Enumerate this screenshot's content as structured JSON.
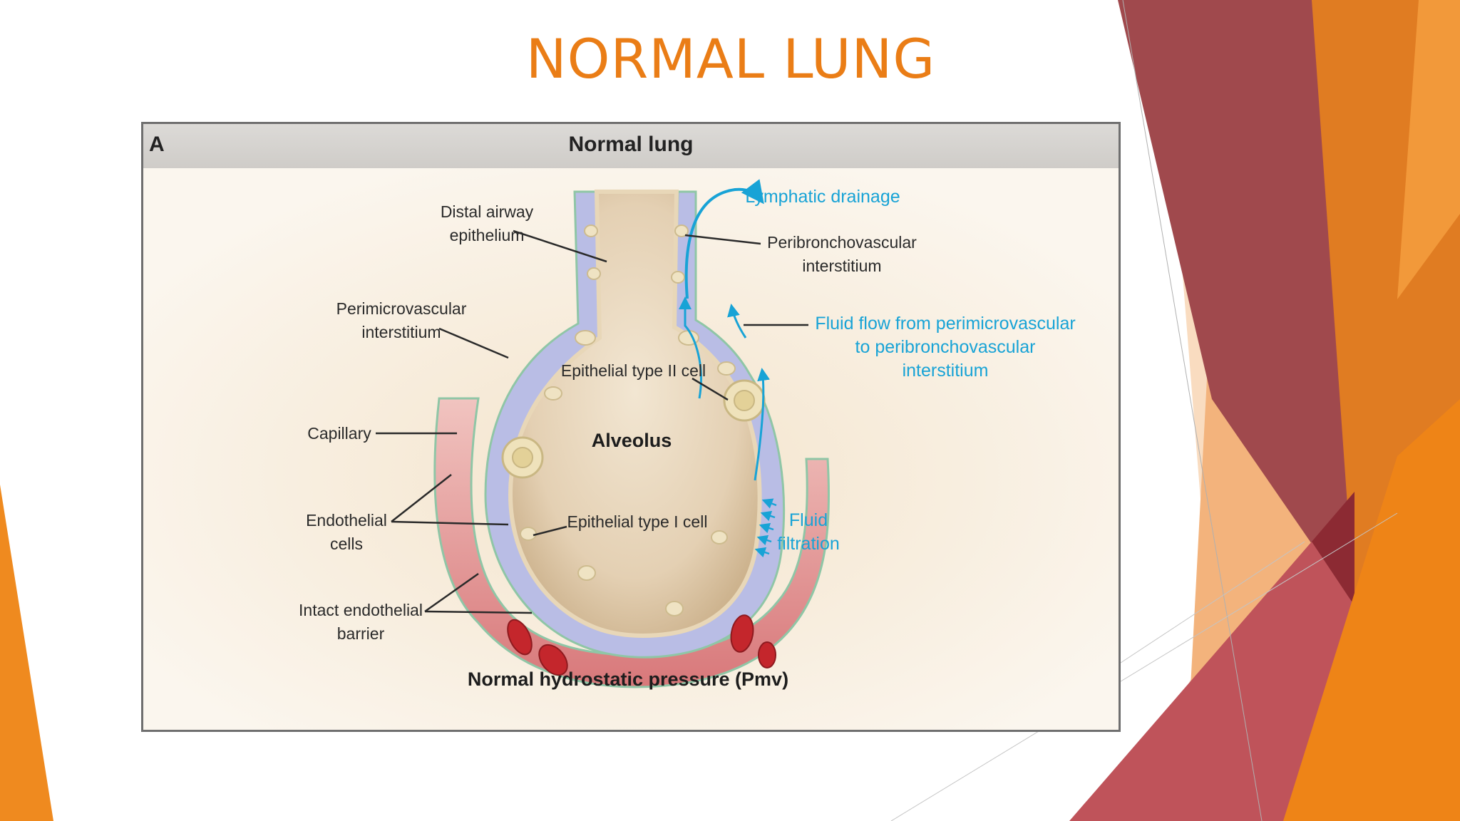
{
  "slide": {
    "title": "NORMAL LUNG"
  },
  "figure": {
    "panel_letter": "A",
    "panel_title": "Normal lung",
    "labels": {
      "distal_airway": "Distal airway\nepithelium",
      "perimicrovascular": "Perimicrovascular\ninterstitium",
      "capillary": "Capillary",
      "endothelial_cells": "Endothelial\ncells",
      "intact_barrier": "Intact endothelial\nbarrier",
      "epithelial_type2": "Epithelial type II cell",
      "alveolus": "Alveolus",
      "epithelial_type1": "Epithelial type I cell",
      "lymphatic_drainage": "Lymphatic drainage",
      "peribronchovascular": "Peribronchovascular\ninterstitium",
      "fluid_flow": "Fluid flow from perimicrovascular\nto peribronchovascular\ninterstitium",
      "fluid_filtration": "Fluid\nfiltration",
      "hydrostatic": "Normal hydrostatic pressure (Pmv)"
    }
  },
  "colors": {
    "title": "#ea7d16",
    "accent_orange": "#ef8a1f",
    "accent_red": "#c0545a",
    "label_blue": "#18a3d6"
  }
}
